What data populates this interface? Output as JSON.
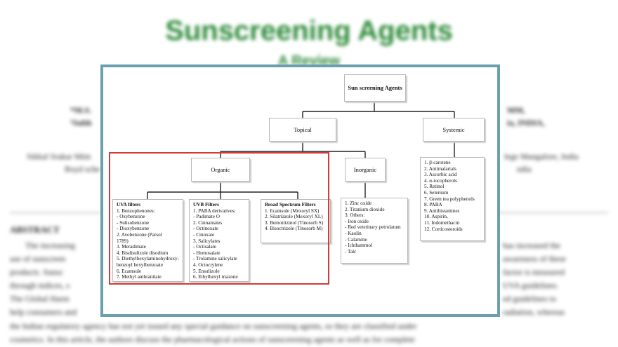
{
  "background": {
    "title": "Sunscreening Agents",
    "subtitle": "A Review",
    "authors_left_1": "*M.S.",
    "authors_left_2": "¹Subh",
    "authors_right_1": "MM,",
    "authors_right_2": "ia, INDIA,",
    "affil_left_1": "Sikkal Srakar Mim",
    "affil_left_2": "Boyd sche",
    "affil_right_1": "lege Mangalore, India",
    "affil_right_2": "ndia",
    "abstract_heading": "ABSTRACT",
    "abstract_lines": [
      "The increasing",
      "use of sunscreen",
      "products. Sunsc",
      "through indices, s",
      "The Global Harm",
      "help consumers and",
      "the Indian regulatory agency has not yet issued any special guidance on sunscreening agents, so they are classified under",
      "cosmetics. In this article, the authors discuss the pharmacological actions of sunscreening agents as well as for complete"
    ],
    "abstract_right": [
      "has increased the",
      "awareness of these",
      "factor is measured",
      "UVA guidelines.",
      "ed guidelines to",
      "radiation, whereas"
    ]
  },
  "diagram": {
    "root": "Sun screening Agents",
    "topical": "Topical",
    "systemic": "Systemic",
    "organic": "Organic",
    "inorganic": "Inorganic",
    "uva": {
      "heading": "UVA filters",
      "items": [
        "1. Benzophenones:",
        "- Oxybenzone",
        "- Sulisobenzone",
        "- Dioxybenzone",
        "2. Avobenzone (Parsol",
        "1789)",
        "3. Meradimate",
        "4. Bisdisulizole disodium",
        "5. Diethylhexylamino­hydroxy-",
        "benzoyl hexylbenzoate",
        "6. Ecamsule",
        "7. Methyl anthranilate"
      ]
    },
    "uvb": {
      "heading": "UVB Filters",
      "items": [
        "1. PABA derivatives:",
        "- Padimate O",
        "2. Cinnamates",
        "- Octinoxate",
        "- Cinoxate",
        "3. Salicylates",
        "- Octisalate",
        "- Homosalate",
        "- Trolamine salicylate",
        "4. Octocrylene",
        "5. Ensulizole",
        "6. Ethylhexyl triazone"
      ]
    },
    "broad": {
      "heading": "Broad Spectrum Filters",
      "items": [
        "1. Ecamsule (Mexoryl SX)",
        "2. Silatriazole (Mexoryl XL)",
        "3. Bemotrizinol (Tinosorb S)",
        "4. Bisoctrizole (Tinosorb M)"
      ]
    },
    "inorganic_list": {
      "items": [
        "1. Zinc oxide",
        "2. Titanium dioxide",
        "3. Others:",
        "- Iron oxide",
        "- Red veterinary petrolatum",
        "- Kaolin",
        "- Calamine",
        "- Ichthammol",
        "- Talc"
      ]
    },
    "systemic_list": {
      "items": [
        "1. β-carotene",
        "2. Antimalarials",
        "3. Ascorbic acid",
        "4. α-tocopherols",
        "5. Retinol",
        "6. Selenium",
        "7. Green tea polyphenols",
        "8. PABA",
        "9. Antihistamines",
        "10. Aspirin,",
        "11. Indomethacin",
        "12. Corticosteroids"
      ]
    },
    "colors": {
      "frame_border": "#6aa0ae",
      "highlight_border": "#d33b3b",
      "title_green": "#2e8b3a"
    }
  }
}
